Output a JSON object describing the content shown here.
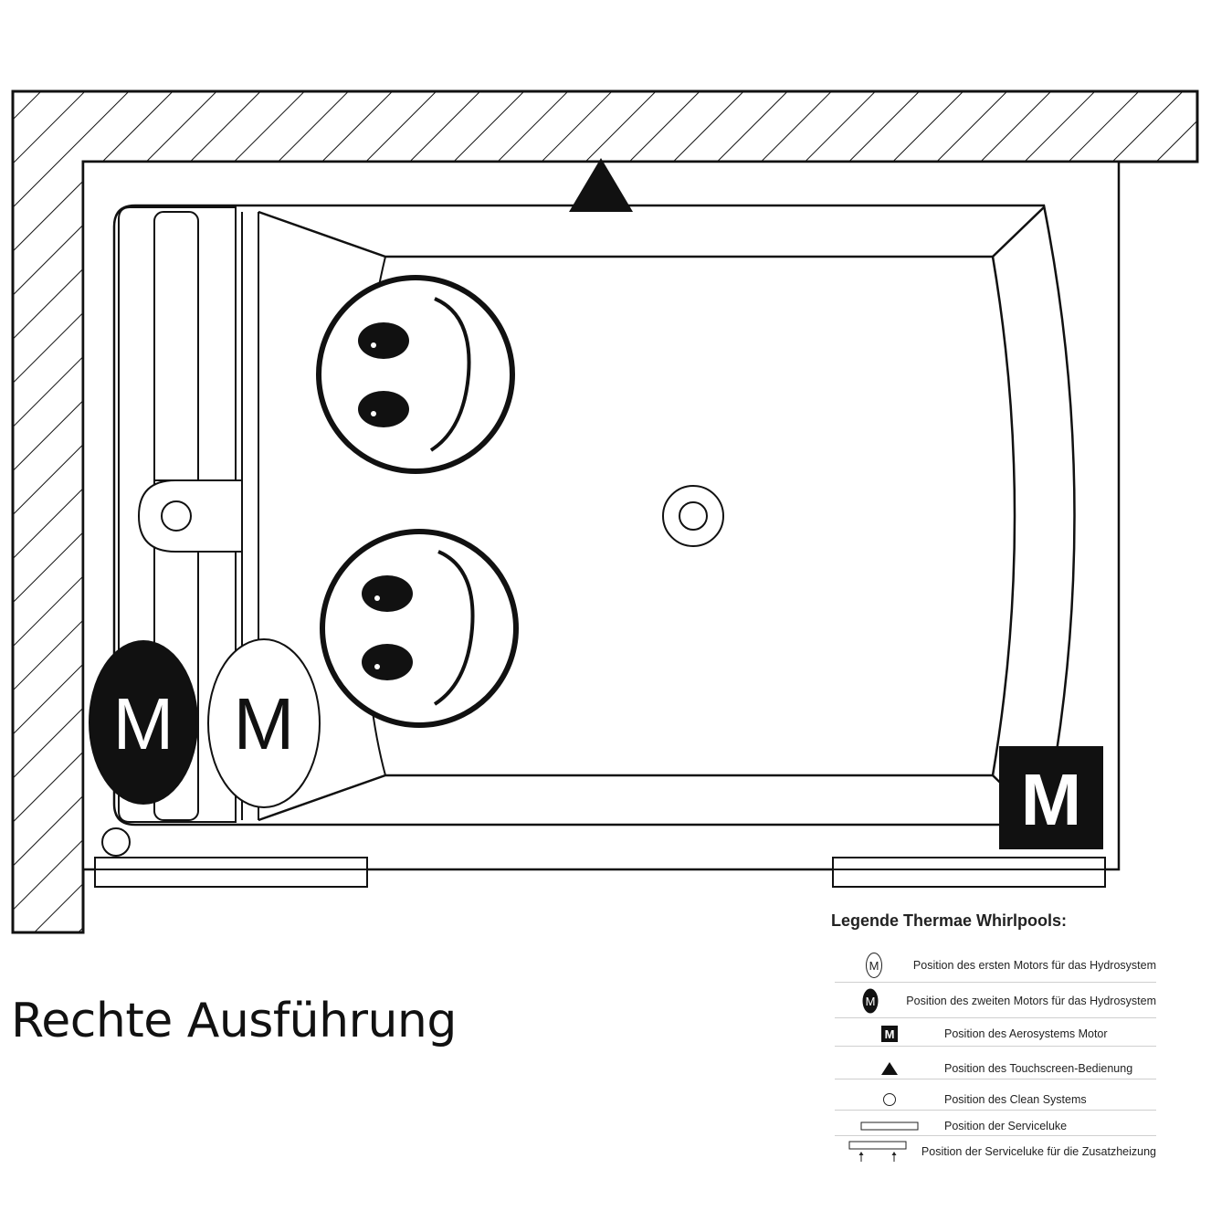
{
  "variant_title": "Rechte Ausführung",
  "motor_symbol": "M",
  "legend": {
    "title": "Legende Thermae Whirlpools:",
    "items": [
      {
        "icon": "motor-first-icon",
        "text": "Position des ersten Motors für das Hydrosystem"
      },
      {
        "icon": "motor-second-icon",
        "text": "Position des zweiten Motors für das Hydrosystem"
      },
      {
        "icon": "aerosystem-motor-icon",
        "text": "Position des Aerosystems Motor"
      },
      {
        "icon": "touchscreen-triangle-icon",
        "text": "Position des Touchscreen-Bedienung"
      },
      {
        "icon": "clean-system-circle-icon",
        "text": "Position des Clean Systems"
      },
      {
        "icon": "service-hatch-icon",
        "text": "Position der Serviceluke"
      },
      {
        "icon": "service-hatch-heating-icon",
        "text": "Position der Serviceluke für die Zusatzheizung"
      }
    ]
  },
  "colors": {
    "line": "#111111",
    "fill_dark": "#111111",
    "background": "#ffffff"
  }
}
